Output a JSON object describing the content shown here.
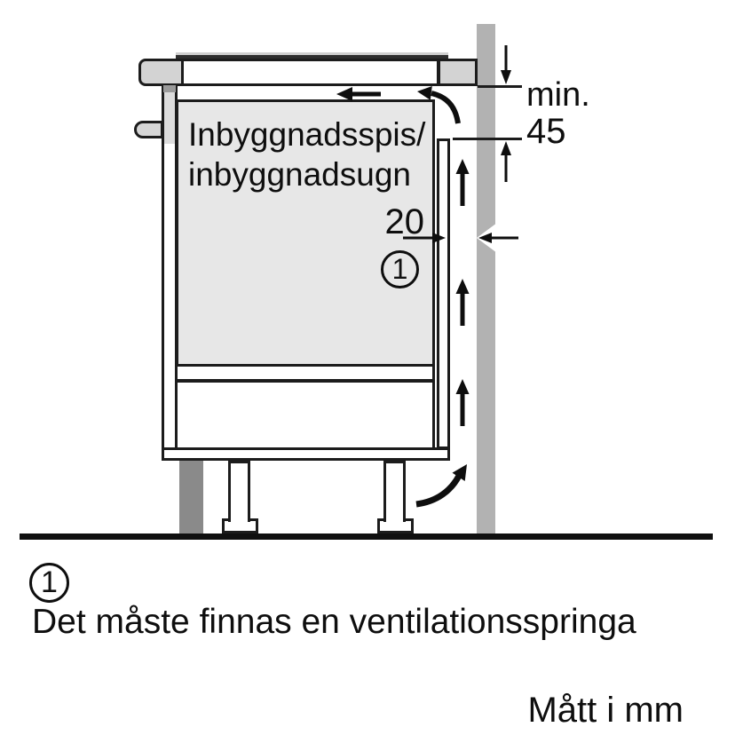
{
  "diagram": {
    "appliance_label": {
      "line1": "Inbyggnadsspis/",
      "line2": "inbyggnadsugn"
    },
    "dimensions": {
      "top_clearance_prefix": "min.",
      "top_clearance_value": "45",
      "rear_gap_value": "20"
    },
    "callout_marker": "1",
    "icons": [
      "airflow-up-arrow",
      "airflow-left-arrow",
      "airflow-curve-top-arrow",
      "airflow-curve-bottom-arrow",
      "dimension-down-arrow",
      "dimension-up-arrow",
      "dimension-right-arrow",
      "dimension-left-arrow"
    ],
    "colors": {
      "wall": "#b2b2b2",
      "cabinet_fill": "#e7e7e7",
      "trim_fill": "#d3d3d3",
      "plinth_dark": "#8a8a8a",
      "line": "#1c1c1c"
    }
  },
  "legend": {
    "marker": "1",
    "text": "Det måste finnas en ventilationsspringa"
  },
  "footer": {
    "units_note": "Mått i mm"
  }
}
